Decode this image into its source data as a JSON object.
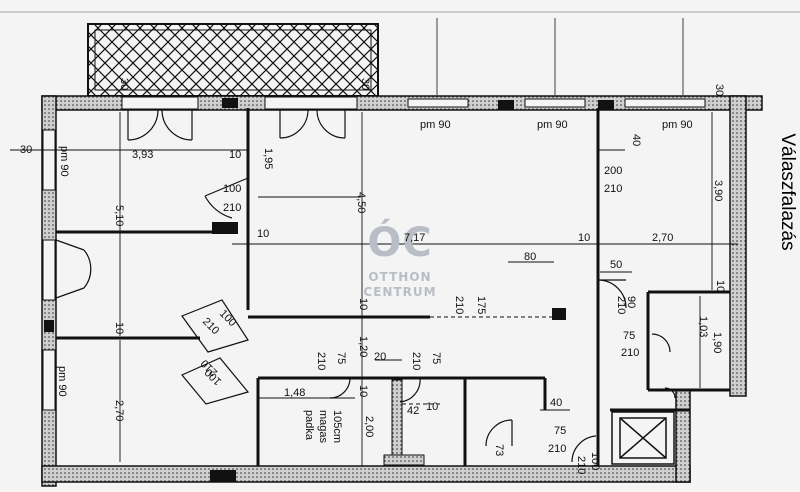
{
  "title": "Válaszfalazás",
  "watermark": {
    "monogram": "ÓC",
    "line1": "OTTHON",
    "line2": "CENTRUM"
  },
  "colors": {
    "ink": "#111111",
    "paper": "#f4f4f4",
    "watermark": "#b9bec6"
  },
  "labels": {
    "pm90_a": "pm 90",
    "pm90_b": "pm 90",
    "pm90_c": "pm 90",
    "pm90_left_top": "pm 90",
    "pm90_left_bottom": "pm 90",
    "d30_a": "30",
    "d30_b": "30",
    "d30_c": "30",
    "d30_d": "30",
    "d40_top": "40",
    "d393": "3,93",
    "d10_a": "10",
    "d195": "1,95",
    "d200": "200",
    "d210_a": "210",
    "d390": "3,90",
    "d100_a": "100",
    "d210_b": "210",
    "d510": "5,10",
    "d450": "4,50",
    "d10_b": "10",
    "d717": "7,17",
    "d10_c": "10",
    "d270_a": "2,70",
    "d80": "80",
    "d50": "50",
    "d10_d": "10",
    "d90": "90",
    "d210_c": "210",
    "d103": "1,03",
    "d190": "1,90",
    "d75_a": "75",
    "d210_d": "210",
    "d100_b": "100",
    "d210_e": "210",
    "d210_f": "210",
    "d175": "175",
    "d10_e": "10",
    "d10_f": "10",
    "d120": "1,20",
    "d10_g": "10",
    "d210_g": "210",
    "d100_c": "100",
    "d148": "1,48",
    "d210_h": "210",
    "d75_b": "75",
    "d20": "20",
    "d210_i": "210",
    "d75_c": "75",
    "d105cm": "105cm",
    "magas": "magas",
    "padka": "padka",
    "d200b": "2,00",
    "d42": "42",
    "d10_h": "10",
    "d270_b": "2,70",
    "d40_b": "40",
    "d75_d": "75",
    "d210_j": "210",
    "d73": "73",
    "d100_d": "100",
    "d210_k": "210"
  }
}
